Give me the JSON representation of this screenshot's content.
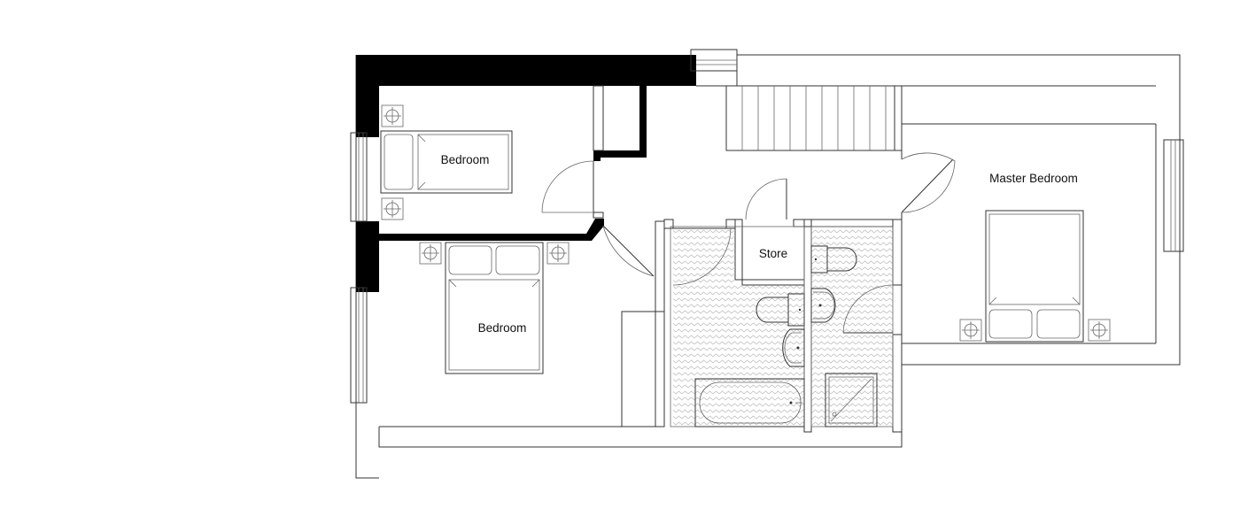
{
  "rooms": {
    "bedroom_small": "Bedroom",
    "bedroom_second": "Bedroom",
    "store": "Store",
    "master": "Master Bedroom"
  },
  "colors": {
    "wall": "#000000",
    "line": "#333333",
    "tile_pattern": "#bbbbbb",
    "background": "#ffffff"
  },
  "icons": [
    "bed-icon",
    "pillow-icon",
    "lamp-icon",
    "toilet-icon",
    "basin-icon",
    "bath-icon",
    "shower-tray-icon",
    "staircase-icon",
    "door-swing-icon",
    "window-icon"
  ]
}
